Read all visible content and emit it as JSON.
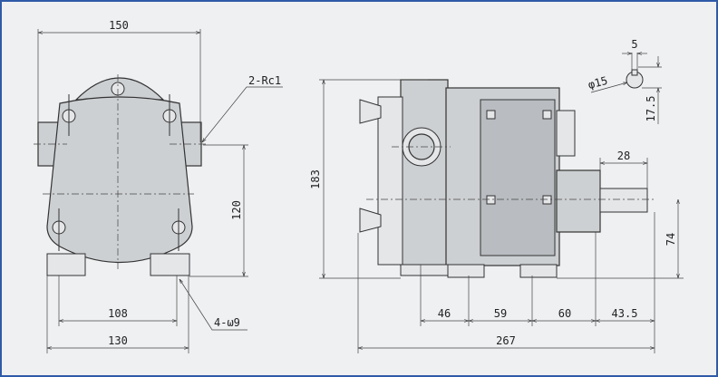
{
  "front_view": {
    "width_overall": "150",
    "port_label": "2-Rc1",
    "port_center_height": "120",
    "bolt_spacing": "108",
    "base_width": "130",
    "mount_holes": "4-ω9"
  },
  "side_view": {
    "height_overall": "183",
    "shaft_length": "28",
    "shaft_height": "74",
    "seg_1": "46",
    "seg_2": "59",
    "seg_3": "60",
    "seg_4": "43.5",
    "length_overall": "267"
  },
  "shaft_detail": {
    "key_width": "5",
    "shaft_dia": "φ15",
    "key_depth": "17.5"
  },
  "colors": {
    "border": "#2f5aa8",
    "background": "#eef0f2",
    "body": "#cdd0d3"
  }
}
